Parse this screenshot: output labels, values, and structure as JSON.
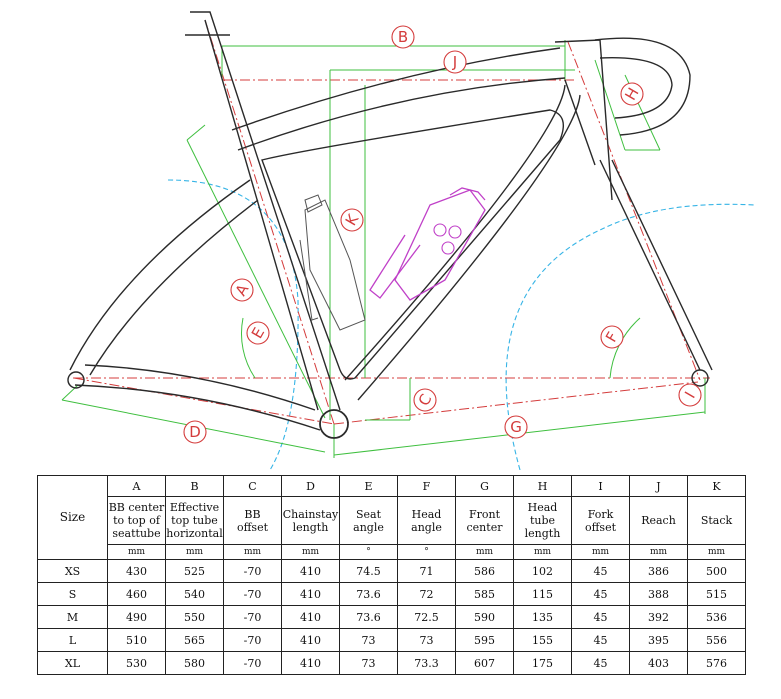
{
  "labels": [
    "A",
    "B",
    "C",
    "D",
    "E",
    "F",
    "G",
    "H",
    "I",
    "J",
    "K"
  ],
  "table": {
    "size_header": "Size",
    "columns": [
      {
        "letter": "A",
        "name": [
          "BB center",
          "to top of",
          "seattube"
        ],
        "unit": "mm"
      },
      {
        "letter": "B",
        "name": [
          "Effective",
          "top tube",
          "horizontal"
        ],
        "unit": "mm"
      },
      {
        "letter": "C",
        "name": [
          "BB",
          "offset"
        ],
        "unit": "mm"
      },
      {
        "letter": "D",
        "name": [
          "Chainstay",
          "length"
        ],
        "unit": "mm"
      },
      {
        "letter": "E",
        "name": [
          "Seat",
          "angle"
        ],
        "unit": "°"
      },
      {
        "letter": "F",
        "name": [
          "Head",
          "angle"
        ],
        "unit": "°"
      },
      {
        "letter": "G",
        "name": [
          "Front",
          "center"
        ],
        "unit": "mm"
      },
      {
        "letter": "H",
        "name": [
          "Head",
          "tube",
          "length"
        ],
        "unit": "mm"
      },
      {
        "letter": "I",
        "name": [
          "Fork",
          "offset"
        ],
        "unit": "mm"
      },
      {
        "letter": "J",
        "name": [
          "Reach"
        ],
        "unit": "mm"
      },
      {
        "letter": "K",
        "name": [
          "Stack"
        ],
        "unit": "mm"
      }
    ],
    "rows": [
      {
        "size": "XS",
        "values": [
          "430",
          "525",
          "-70",
          "410",
          "74.5",
          "71",
          "586",
          "102",
          "45",
          "386",
          "500"
        ]
      },
      {
        "size": "S",
        "values": [
          "460",
          "540",
          "-70",
          "410",
          "73.6",
          "72",
          "585",
          "115",
          "45",
          "388",
          "515"
        ]
      },
      {
        "size": "M",
        "values": [
          "490",
          "550",
          "-70",
          "410",
          "73.6",
          "72.5",
          "590",
          "135",
          "45",
          "392",
          "536"
        ]
      },
      {
        "size": "L",
        "values": [
          "510",
          "565",
          "-70",
          "410",
          "73",
          "73",
          "595",
          "155",
          "45",
          "395",
          "556"
        ]
      },
      {
        "size": "XL",
        "values": [
          "530",
          "580",
          "-70",
          "410",
          "73",
          "73.3",
          "607",
          "175",
          "45",
          "403",
          "576"
        ]
      }
    ]
  },
  "colors": {
    "frame": "#2a2a2a",
    "dimension": "#3fbf3f",
    "centerline": "#d43c3c",
    "arc": "#36b4e6",
    "bottle": "#c040c8",
    "label": "#d43c3c"
  }
}
